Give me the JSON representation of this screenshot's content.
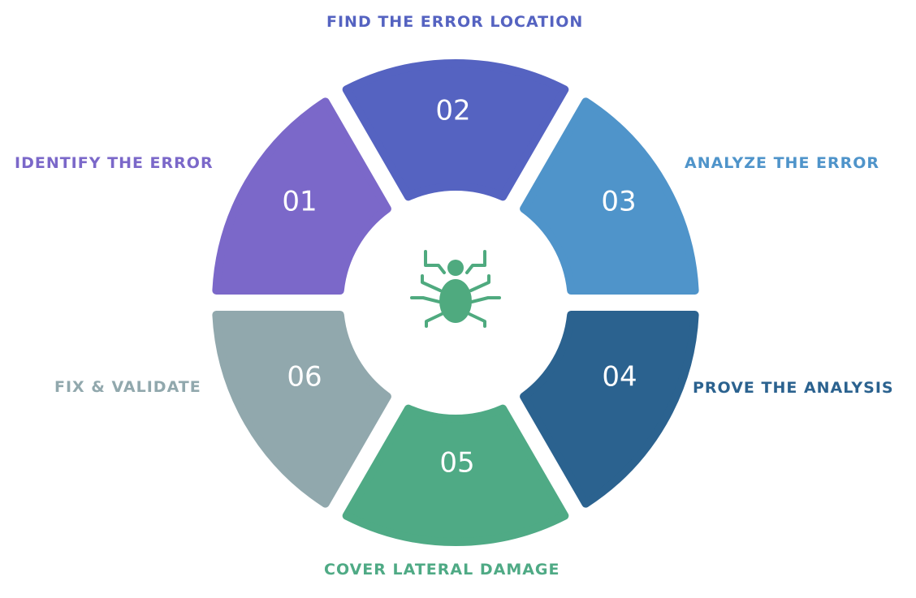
{
  "steps": [
    {
      "number": "01",
      "label": "IDENTIFY THE ERROR",
      "color": "#7b68c9"
    },
    {
      "number": "02",
      "label": "FIND THE ERROR LOCATION",
      "color": "#5563c1"
    },
    {
      "number": "03",
      "label": "ANALYZE THE ERROR",
      "color": "#4f94ca"
    },
    {
      "number": "04",
      "label": "PROVE THE ANALYSIS",
      "color": "#2b628f"
    },
    {
      "number": "05",
      "label": "COVER LATERAL DAMAGE",
      "color": "#4faa85"
    },
    {
      "number": "06",
      "label": "FIX & VALIDATE",
      "color": "#91a8ad"
    }
  ],
  "center_icon": {
    "name": "bug-icon",
    "color": "#4faa7f"
  }
}
